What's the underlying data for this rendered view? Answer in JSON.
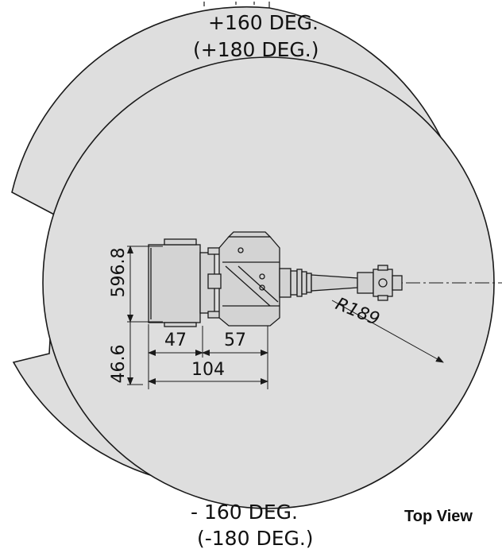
{
  "angles": {
    "top_primary": "+160 DEG.",
    "top_secondary": "(+180 DEG.)",
    "bottom_primary": "- 160 DEG.",
    "bottom_secondary": "(-180 DEG.)"
  },
  "dimensions": {
    "height_upper": "596.8",
    "height_lower": "46.6",
    "width_left": "47",
    "width_right": "57",
    "width_total": "104",
    "radius": "R189"
  },
  "view_title": "Top View",
  "colors": {
    "work_envelope_fill": "#dedede",
    "line": "#1a1a1a",
    "robot_fill": "#d3d3d3"
  }
}
